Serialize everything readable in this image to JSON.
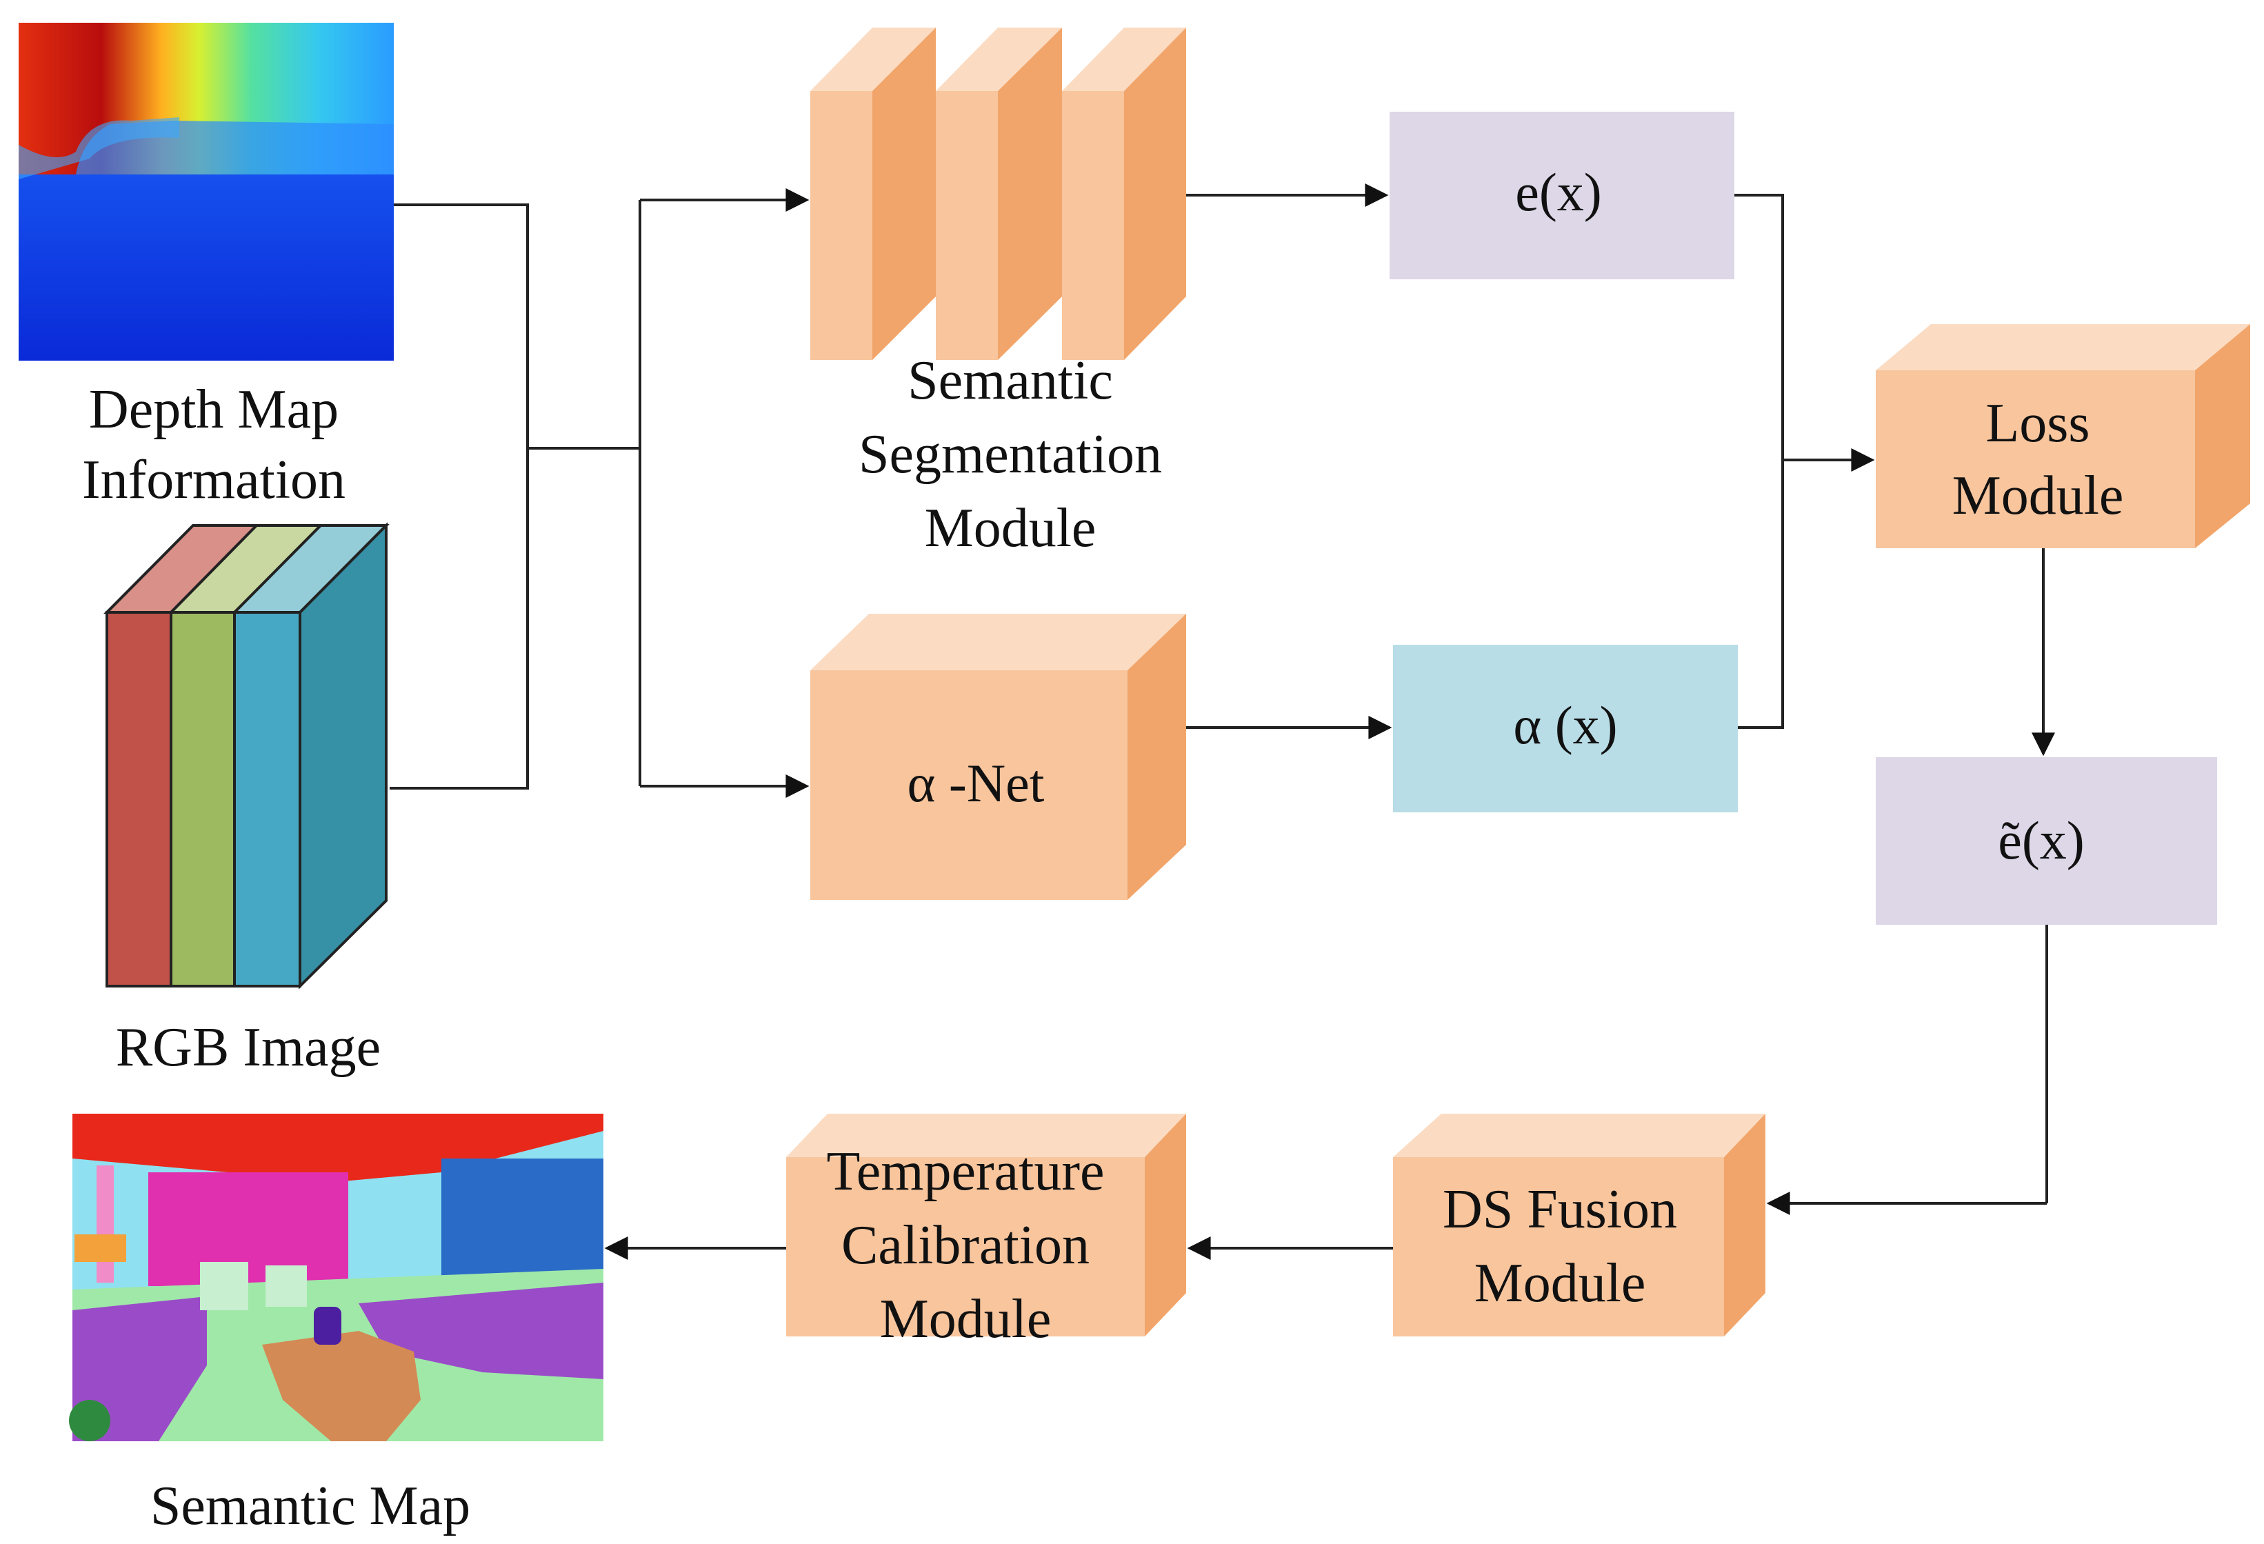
{
  "inputs": {
    "depth_label": [
      "Depth Map",
      "Information"
    ],
    "rgb_label": "RGB Image"
  },
  "modules": {
    "semantic_segmentation": [
      "Semantic",
      "Segmentation",
      "Module"
    ],
    "alpha_net": "α -Net",
    "loss": [
      "Loss",
      "Module"
    ],
    "ds_fusion": [
      "DS Fusion",
      "Module"
    ],
    "temperature_calibration": [
      "Temperature",
      "Calibration",
      "Module"
    ]
  },
  "signals": {
    "e_x": "e(x)",
    "alpha_x": "α (x)",
    "e_tilde_x": "ẽ(x)"
  },
  "output": {
    "semantic_map_label": "Semantic Map"
  },
  "colors": {
    "block_front": "#F8C59D",
    "block_top": "#FBDCC3",
    "block_side": "#F2A56A",
    "signal_purple": "#DDD7E7",
    "signal_blue": "#B8DDE7",
    "rgb_red": "#C1524A",
    "rgb_green": "#9DBA61",
    "rgb_cyan": "#47A8C5",
    "rgb_side": "#3690A6"
  }
}
